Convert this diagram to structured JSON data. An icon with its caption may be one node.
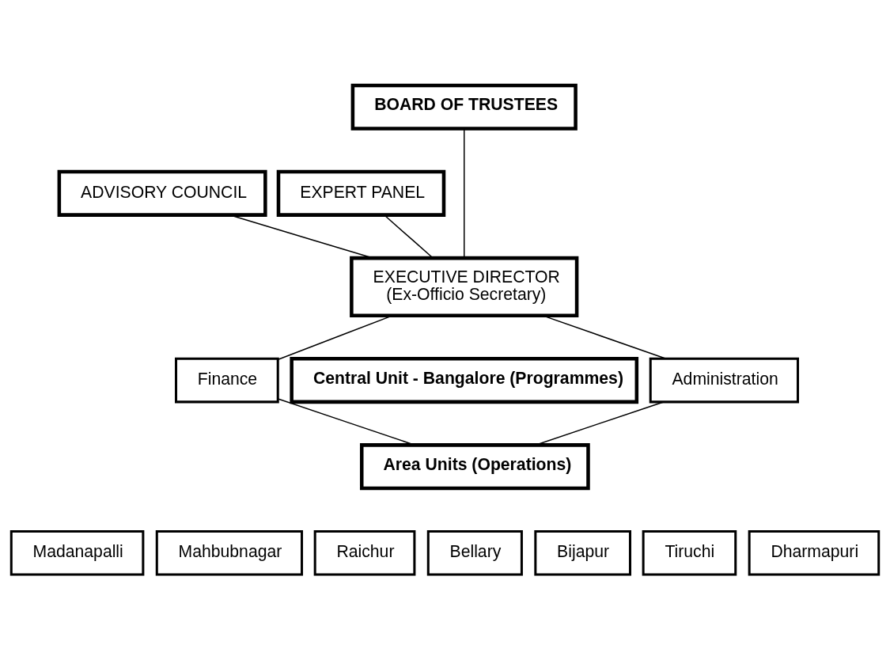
{
  "diagram": {
    "nodes": [
      {
        "text": [
          "BOARD OF TRUSTEES"
        ]
      },
      {
        "text": [
          "ADVISORY COUNCIL"
        ]
      },
      {
        "text": [
          "EXPERT PANEL"
        ]
      },
      {
        "text": [
          "EXECUTIVE DIRECTOR",
          "(Ex-Officio Secretary)"
        ]
      },
      {
        "text": [
          "Central Unit - Bangalore (Programmes)"
        ]
      },
      {
        "text": [
          "Finance"
        ]
      },
      {
        "text": [
          "Administration"
        ]
      },
      {
        "text": [
          "Area Units (Operations)"
        ]
      },
      {
        "text": [
          "Madanapalli"
        ]
      },
      {
        "text": [
          "Mahbubnagar"
        ]
      },
      {
        "text": [
          "Raichur"
        ]
      },
      {
        "text": [
          "Bellary"
        ]
      },
      {
        "text": [
          "Bijapur"
        ]
      },
      {
        "text": [
          "Tiruchi"
        ]
      },
      {
        "text": [
          "Dharmapuri"
        ]
      }
    ],
    "edges": [
      {
        "from": 0,
        "to": 3,
        "arrow": "none"
      },
      {
        "from": 1,
        "to": 3,
        "arrow": "none"
      },
      {
        "from": 2,
        "to": 3,
        "arrow": "none"
      },
      {
        "from": 3,
        "to": 5,
        "arrow": "none"
      },
      {
        "from": 3,
        "to": 6,
        "arrow": "none"
      },
      {
        "from": 5,
        "to": 7,
        "arrow": "none"
      },
      {
        "from": 6,
        "to": 7,
        "arrow": "none"
      }
    ]
  }
}
